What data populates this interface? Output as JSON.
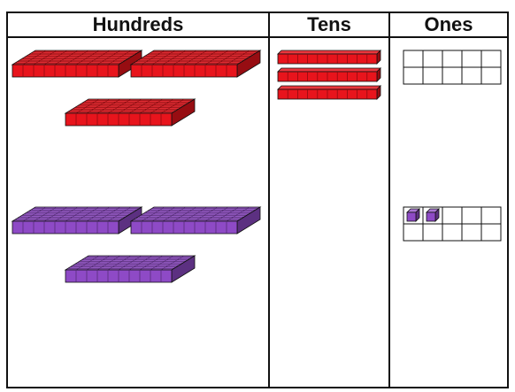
{
  "headers": {
    "hundreds": "Hundreds",
    "tens": "Tens",
    "ones": "Ones"
  },
  "colors": {
    "red_blocks": "#e8141c",
    "purple_blocks": "#8e4ac6",
    "outline": "#111111"
  },
  "rows": [
    {
      "color": "red",
      "hundreds_flats": 3,
      "tens_rods": 3,
      "ones_cubes": 0,
      "ones_frame_cells": 10
    },
    {
      "color": "purple",
      "hundreds_flats": 3,
      "tens_rods": 0,
      "ones_cubes": 2,
      "ones_frame_cells": 10
    }
  ],
  "icons": {
    "hundred_flat": "hundred-flat-block-icon",
    "ten_rod": "ten-rod-block-icon",
    "unit_cube": "unit-cube-icon",
    "ten_frame": "ten-frame-icon"
  }
}
